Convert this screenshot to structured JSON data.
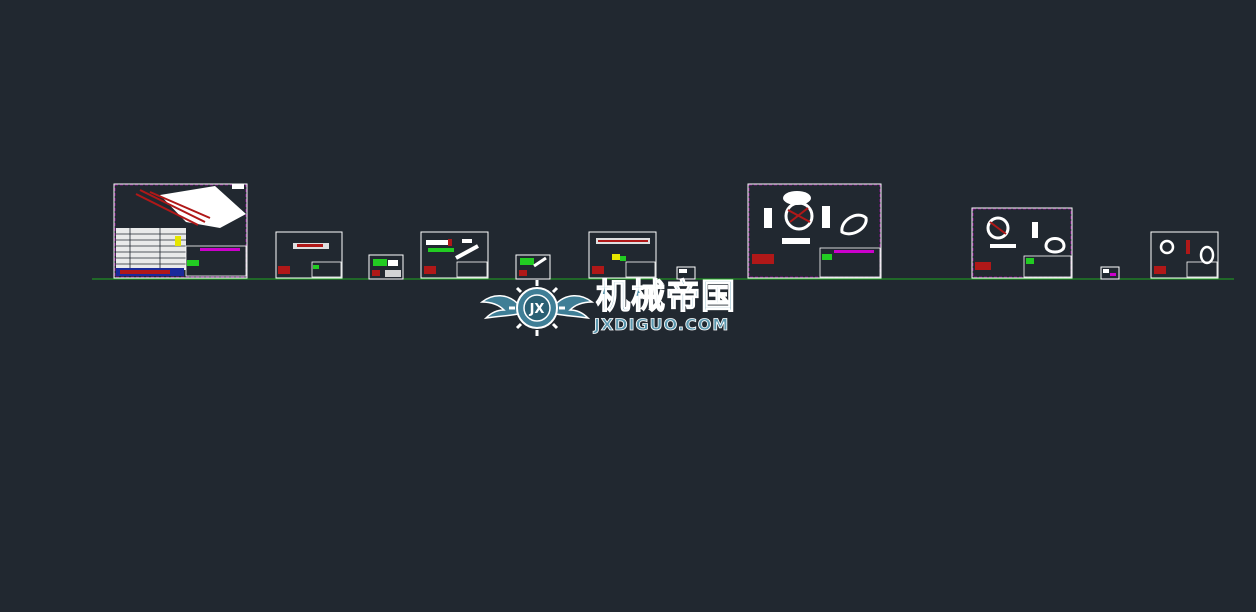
{
  "viewport": {
    "background": "#212830",
    "ground_line_color": "#1fa81f"
  },
  "sheets": [
    {
      "id": "sheet-1",
      "kind": "assembly",
      "label": ""
    },
    {
      "id": "sheet-2",
      "kind": "part",
      "label": ""
    },
    {
      "id": "sheet-3",
      "kind": "part-small",
      "label": ""
    },
    {
      "id": "sheet-4",
      "kind": "part",
      "label": ""
    },
    {
      "id": "sheet-5",
      "kind": "part-small",
      "label": ""
    },
    {
      "id": "sheet-6",
      "kind": "part",
      "label": ""
    },
    {
      "id": "sheet-7",
      "kind": "tiny",
      "label": ""
    },
    {
      "id": "sheet-8",
      "kind": "assembly",
      "label": ""
    },
    {
      "id": "sheet-9",
      "kind": "assembly",
      "label": ""
    },
    {
      "id": "sheet-10",
      "kind": "tiny",
      "label": ""
    },
    {
      "id": "sheet-11",
      "kind": "part",
      "label": ""
    }
  ],
  "watermark": {
    "title": "机械帝国",
    "subtitle": "JXDIGUO.COM",
    "logo_icon": "winged-gear-logo-icon",
    "logo_letters": "JX"
  }
}
